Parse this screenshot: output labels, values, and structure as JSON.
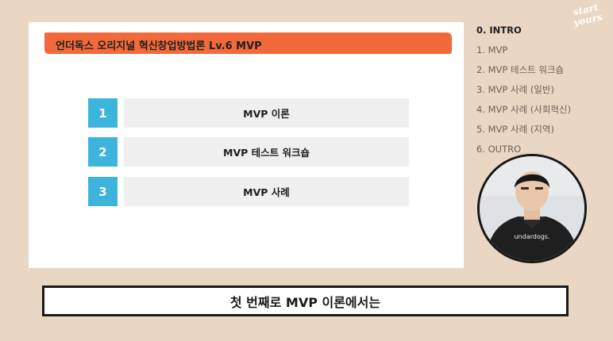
{
  "slide": {
    "title": "언더독스 오리지널 혁신창업방법론 Lv.6 MVP",
    "agenda": [
      {
        "number": "1",
        "label": "MVP 이론"
      },
      {
        "number": "2",
        "label": "MVP 테스트 워크숍"
      },
      {
        "number": "3",
        "label": "MVP 사례"
      }
    ]
  },
  "chapters": [
    {
      "label": "0. INTRO",
      "active": true
    },
    {
      "label": "1. MVP",
      "active": false
    },
    {
      "label": "2. MVP 테스트 워크숍",
      "active": false
    },
    {
      "label": "3. MVP 사례 (일반)",
      "active": false
    },
    {
      "label": "4. MVP 사례 (사회혁신)",
      "active": false
    },
    {
      "label": "5. MVP 사례 (지역)",
      "active": false
    },
    {
      "label": "6. OUTRO",
      "active": false
    }
  ],
  "logo": {
    "line1": "start",
    "line2": "yours"
  },
  "webcam": {
    "shirt_text": "undardogs."
  },
  "subtitle": {
    "text": "첫 번째로 MVP 이론에서는"
  },
  "colors": {
    "background": "#e9d7c3",
    "title_bar": "#f26a3b",
    "number_box": "#3db4dc",
    "label_box": "#efefef",
    "subtitle_border": "#1a1a1a"
  }
}
